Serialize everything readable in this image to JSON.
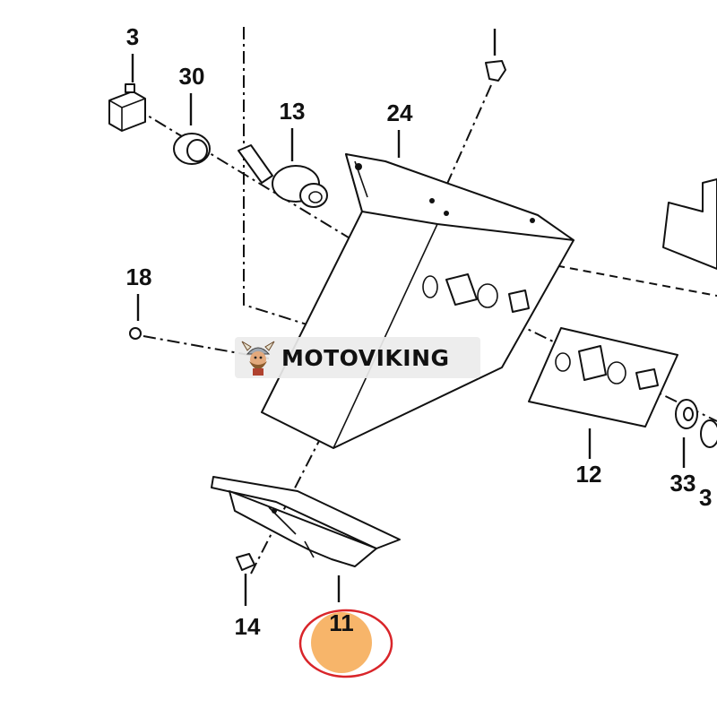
{
  "callouts": {
    "p3": "3",
    "p30": "30",
    "p13": "13",
    "p24": "24",
    "p18": "18",
    "p12": "12",
    "p33": "33",
    "p3_edge": "3",
    "p14": "14",
    "p11": "11"
  },
  "watermark": {
    "text": "MOTOVIKING"
  },
  "colors": {
    "line": "#111111",
    "highlight_fill": "#f7b56a",
    "highlight_ring": "#d9252a",
    "watermark_bg": "#ebebeb"
  },
  "highlighted_part": "11"
}
